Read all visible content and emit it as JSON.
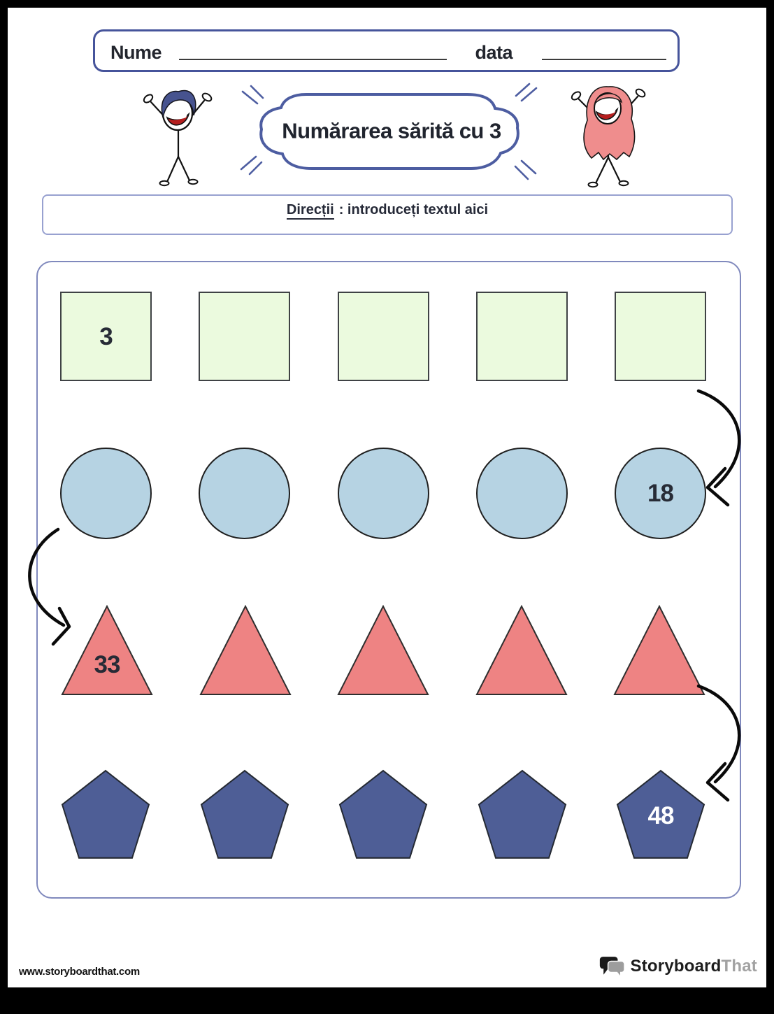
{
  "header": {
    "name_label": "Nume",
    "date_label": "data"
  },
  "banner": {
    "title": "Numărarea sărită cu 3"
  },
  "directions": {
    "label": "Direcții",
    "text": ": introduceți textul aici"
  },
  "worksheet": {
    "rows": [
      {
        "shape": "square",
        "fill": "#ebfade",
        "stroke": "#3f4245",
        "values": [
          "3",
          "",
          "",
          "",
          ""
        ]
      },
      {
        "shape": "circle",
        "fill": "#b6d3e3",
        "stroke": "#1f1f1f",
        "values": [
          "",
          "",
          "",
          "",
          "18"
        ]
      },
      {
        "shape": "triangle",
        "fill": "#ee8383",
        "stroke": "#2e2e2e",
        "values": [
          "33",
          "",
          "",
          "",
          ""
        ]
      },
      {
        "shape": "pentagon",
        "fill": "#4e5e96",
        "stroke": "#252a33",
        "values": [
          "",
          "",
          "",
          "",
          "48"
        ]
      }
    ],
    "sequence_step": "3"
  },
  "footer": {
    "website": "www.storyboardthat.com",
    "logo_black": "Storyboard",
    "logo_gray": "That"
  },
  "colors": {
    "accent_navy": "#46549b",
    "cloud_border": "#4d5da1",
    "directions_border": "#98a1d0",
    "main_border": "#8089bd",
    "arrow": "#0a0a0a",
    "number_dark": "#272b36",
    "number_light": "#ffffff",
    "boy_hair": "#47538f",
    "girl_hair": "#ef8d8d",
    "smile": "#b51f1f"
  }
}
